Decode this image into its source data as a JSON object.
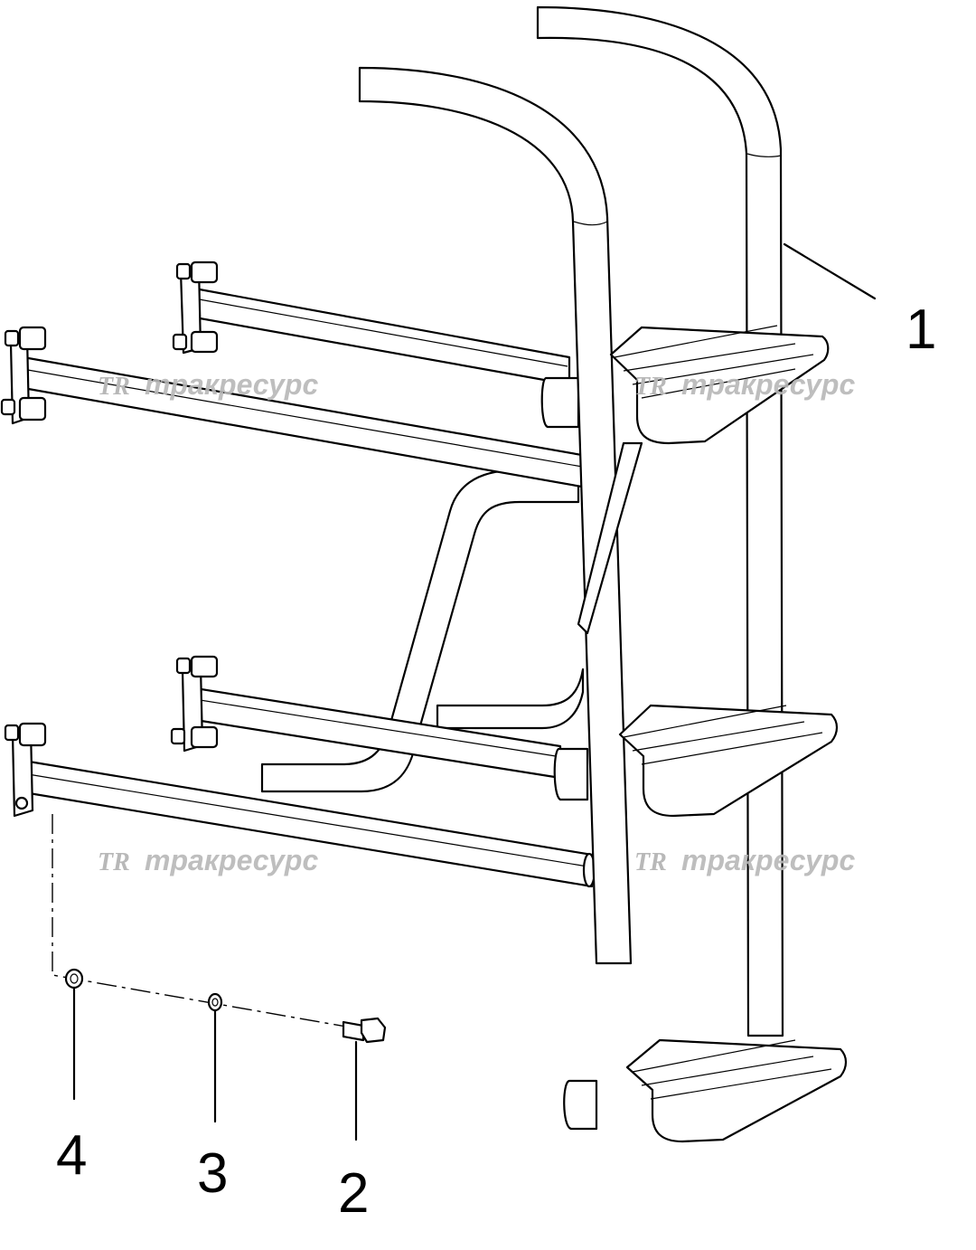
{
  "diagram": {
    "callouts": [
      {
        "id": "part-1",
        "label": "1"
      },
      {
        "id": "part-2",
        "label": "2"
      },
      {
        "id": "part-3",
        "label": "3"
      },
      {
        "id": "part-4",
        "label": "4"
      }
    ],
    "watermark": {
      "logo": "TR",
      "text": "тракресурс"
    }
  },
  "colors": {
    "line": "#000000",
    "watermark": "#b8b8b8",
    "background": "#ffffff"
  }
}
